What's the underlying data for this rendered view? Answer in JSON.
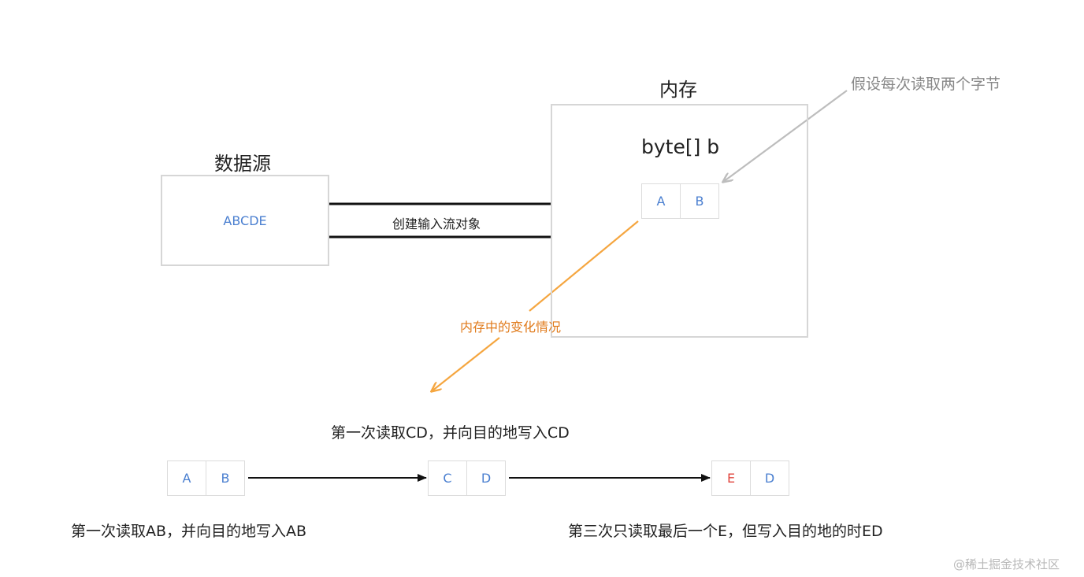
{
  "source": {
    "title": "数据源",
    "content": "ABCDE"
  },
  "connection": {
    "label": "创建输入流对象"
  },
  "memory": {
    "title": "内存",
    "buffer_label": "byte[] b",
    "cells": [
      "A",
      "B"
    ]
  },
  "annotation": {
    "note": "假设每次读取两个字节",
    "change_label": "内存中的变化情况"
  },
  "steps": [
    {
      "cells": [
        "A",
        "B"
      ],
      "caption": "第一次读取AB，并向目的地写入AB"
    },
    {
      "cells": [
        "C",
        "D"
      ],
      "caption": "第一次读取CD，并向目的地写入CD"
    },
    {
      "cells": [
        "E",
        "D"
      ],
      "caption": "第三次只读取最后一个E，但写入目的地的时ED"
    }
  ],
  "watermark": "@稀土掘金技术社区",
  "colors": {
    "text": "#222222",
    "blue": "#4a7fd0",
    "red": "#e0463e",
    "orange": "#f5a640",
    "orange_text": "#e07a1a",
    "gray_arrow": "#bdbdbd",
    "gray_text": "#888888",
    "border": "#d6d6d6"
  }
}
